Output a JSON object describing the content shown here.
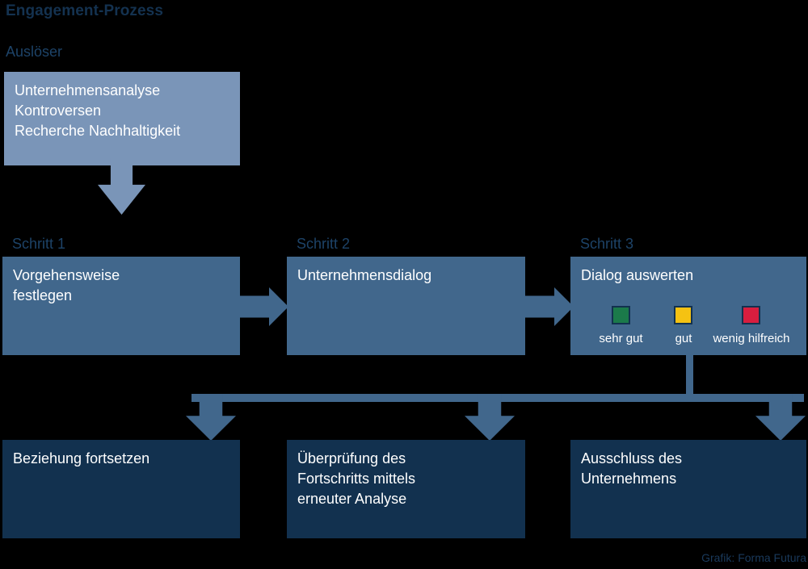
{
  "diagram": {
    "title": "Engagement-Prozess",
    "credit": "Grafik: Forma Futura",
    "colors": {
      "background": "#000000",
      "title_text": "#143250",
      "label_text": "#1d4368",
      "box_light": "#7a95b8",
      "box_mid": "#41678c",
      "box_dark": "#12314f",
      "box_text": "#ffffff",
      "credit_text": "#1a3a5c"
    }
  },
  "trigger": {
    "label": "Auslöser",
    "box_text": "Unternehmensanalyse\nKontroversen\nRecherche Nachhaltigkeit"
  },
  "steps": [
    {
      "label": "Schritt 1",
      "box_text": "Vorgehensweise\nfestlegen"
    },
    {
      "label": "Schritt 2",
      "box_text": "Unternehmensdialog"
    },
    {
      "label": "Schritt 3",
      "box_text": "Dialog auswerten"
    }
  ],
  "rating_legend": [
    {
      "label": "sehr gut",
      "color": "#1b7a4a"
    },
    {
      "label": "gut",
      "color": "#f5c212"
    },
    {
      "label": "wenig hilfreich",
      "color": "#d81e3f"
    }
  ],
  "outcomes": [
    {
      "box_text": "Beziehung fortsetzen"
    },
    {
      "box_text": "Überprüfung des\nFortschritts mittels\nerneuter Analyse"
    },
    {
      "box_text": "Ausschluss des\nUnternehmens"
    }
  ]
}
